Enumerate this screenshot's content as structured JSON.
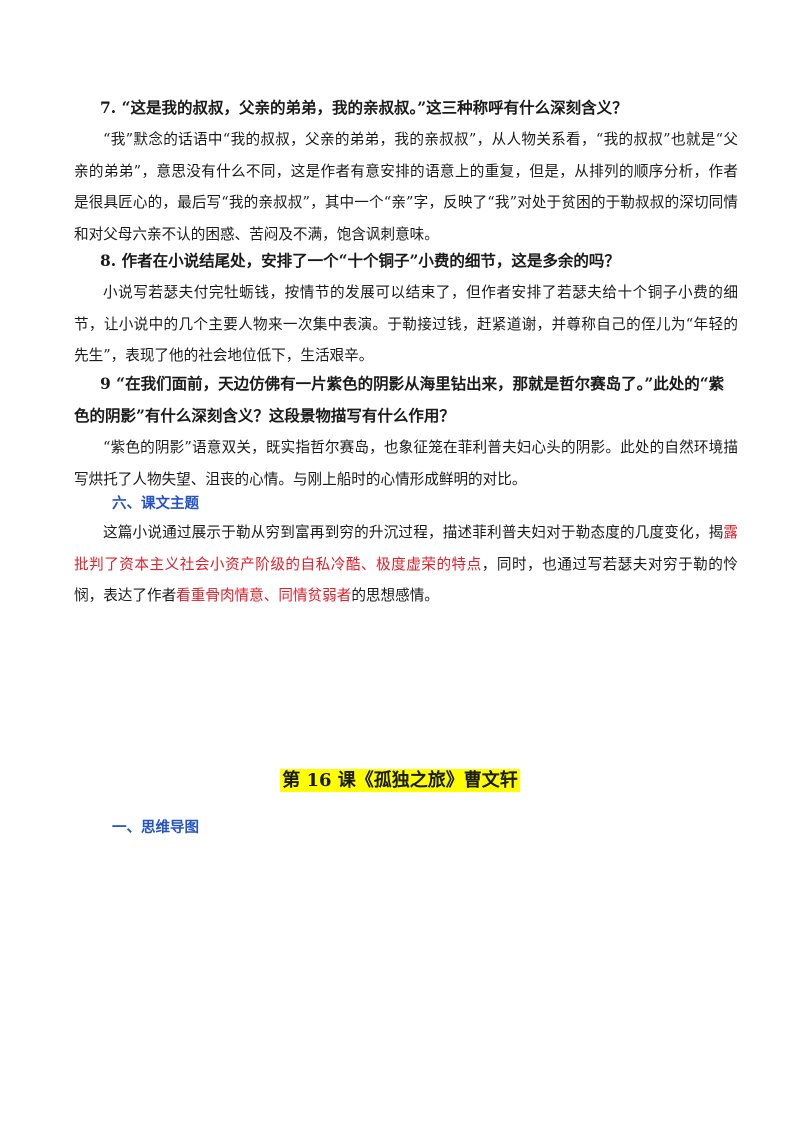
{
  "q7": {
    "title": "7. “这是我的叔叔，父亲的弟弟，我的亲叔叔。”这三种称呼有什么深刻含义？",
    "answer": "“我”默念的话语中“我的叔叔，父亲的弟弟，我的亲叔叔”，从人物关系看，“我的叔叔”也就是“父亲的弟弟”，意思没有什么不同，这是作者有意安排的语意上的重复，但是，从排列的顺序分析，作者是很具匠心的，最后写“我的亲叔叔”，其中一个“亲”字，反映了“我”对处于贫困的于勒叔叔的深切同情和对父母六亲不认的困惑、苦闷及不满，饱含讽刺意味。"
  },
  "q8": {
    "title": "8. 作者在小说结尾处，安排了一个“十个铜子”小费的细节，这是多余的吗？",
    "answer": "小说写若瑟夫付完牡蛎钱，按情节的发展可以结束了，但作者安排了若瑟夫给十个铜子小费的细节，让小说中的几个主要人物来一次集中表演。于勒接过钱，赶紧道谢，并尊称自己的侄儿为“年轻的先生”，表现了他的社会地位低下，生活艰辛。"
  },
  "q9": {
    "title": "9 “在我们面前，天边仿佛有一片紫色的阴影从海里钻出来，那就是哲尔赛岛了。”此处的“紫色的阴影”有什么深刻含义？这段景物描写有什么作用？",
    "answer": "“紫色的阴影”语意双关，既实指哲尔赛岛，也象征笼在菲利普夫妇心头的阴影。此处的自然环境描写烘托了人物失望、沮丧的心情。与刚上船时的心情形成鲜明的对比。"
  },
  "section6": {
    "heading": "六、课文主题",
    "text_part1": "这篇小说通过展示于勒从穷到富再到穷的升沉过程，描述菲利普夫妇对于勒态度的几度变化，揭",
    "red_part1": "露批判了资本主义社会小资产阶级的自私冷酷、极度虚荣的特点",
    "text_part2": "，同时，也通过写若瑟夫对穷于勒的怜悯，表达了作者",
    "red_part2": "看重骨肉情意、同情贫弱者",
    "text_part3": "的思想感情。"
  },
  "lesson16": {
    "title": "第 16 课《孤独之旅》曹文轩",
    "section1_heading": "一、思维导图"
  },
  "colors": {
    "heading_blue": "#2453c7",
    "highlight_red": "#e0202b",
    "title_highlight": "#ffff00"
  }
}
